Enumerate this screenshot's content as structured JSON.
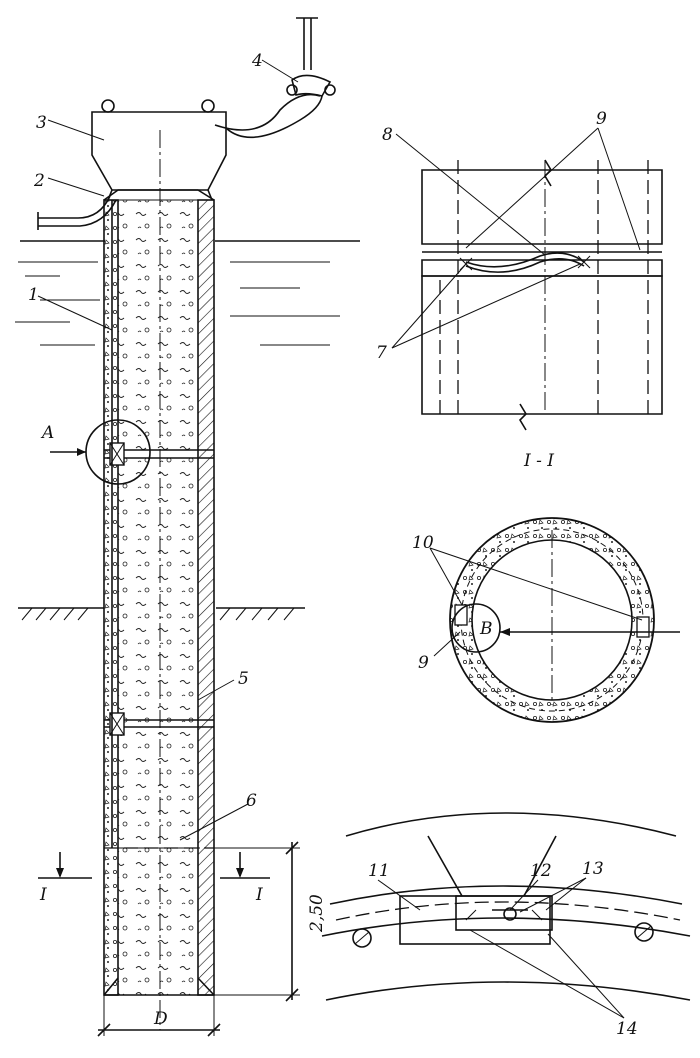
{
  "labels": {
    "n1": "1",
    "n2": "2",
    "n3": "3",
    "n4": "4",
    "n5": "5",
    "n6": "6",
    "n7": "7",
    "n8": "8",
    "n9_top": "9",
    "n9_ring": "9",
    "n10": "10",
    "n11": "11",
    "n12": "12",
    "n13": "13",
    "n14": "14",
    "detail_a": "A",
    "detail_b": "B",
    "section_mark_left": "I",
    "section_mark_right": "I",
    "section_title": "I - I",
    "dimension_depth": "2,50",
    "dimension_diameter": "D"
  }
}
